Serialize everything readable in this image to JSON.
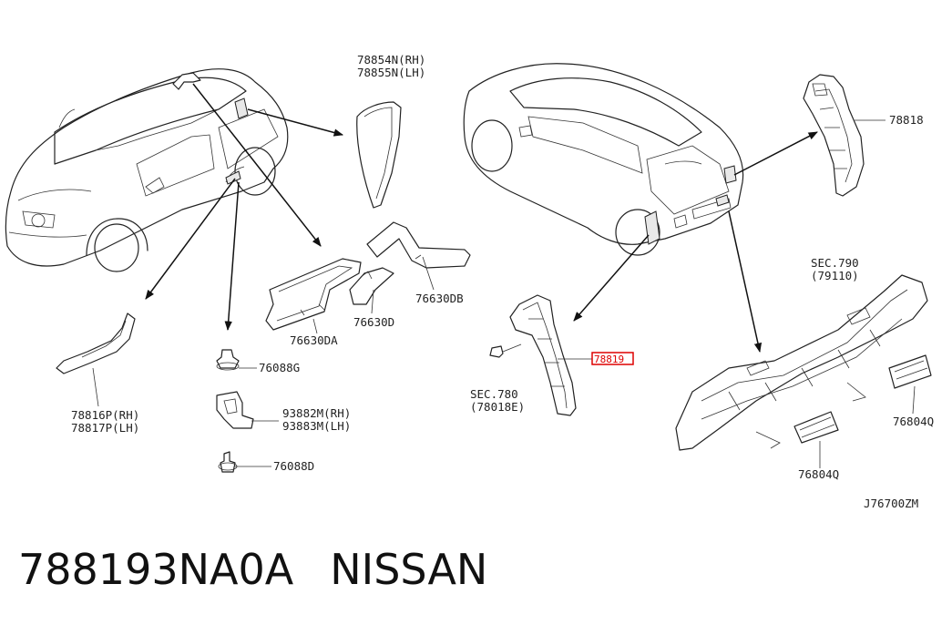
{
  "labels": {
    "p78854": "78854N(RH)",
    "p78855": "78855N(LH)",
    "p78818": "78818",
    "p76630DB": "76630DB",
    "p76630D": "76630D",
    "p76630DA": "76630DA",
    "p76088G": "76088G",
    "p93882": "93882M(RH)",
    "p93883": "93883M(LH)",
    "p76088D": "76088D",
    "p78816": "78816P(RH)",
    "p78817": "78817P(LH)",
    "sec780": "SEC.780",
    "sec780sub": "(78018E)",
    "sec790": "SEC.790",
    "sec790sub": "(79110)",
    "p76804a": "76804Q",
    "p76804b": "76804Q",
    "highlight": "78819",
    "ref": "J76700ZM"
  },
  "footer": {
    "part_number": "788193NA0A",
    "brand": "NISSAN"
  },
  "colors": {
    "highlight": "#dd0000",
    "ink": "#222222"
  }
}
